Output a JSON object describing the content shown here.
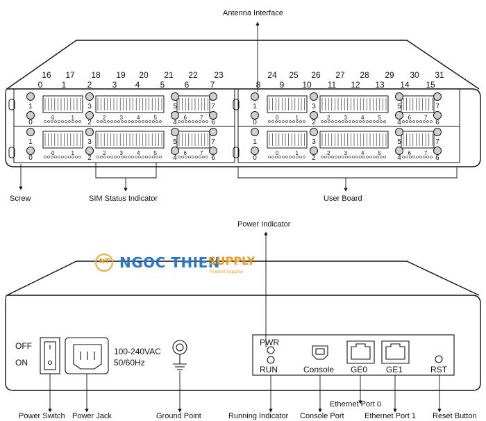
{
  "front": {
    "top_numbers": [
      "0",
      "16",
      "1",
      "17",
      "2",
      "18",
      "3",
      "19",
      "4",
      "20",
      "5",
      "21",
      "6",
      "22",
      "7",
      "23",
      "8",
      "24",
      "9",
      "25",
      "10",
      "26",
      "11",
      "27",
      "12",
      "28",
      "13",
      "29",
      "14",
      "30",
      "15",
      "31"
    ],
    "port_row_top": [
      "1",
      "3",
      "5",
      "7"
    ],
    "port_row_bottom": [
      "0",
      "2",
      "4",
      "6"
    ],
    "slot_digits": [
      "0",
      "1",
      "2",
      "3",
      "4",
      "5",
      "6",
      "7"
    ],
    "labels": {
      "antenna": "Antenna Interface",
      "screw": "Screw",
      "sim": "SIM Status Indicator",
      "user_board": "User Board"
    }
  },
  "rear": {
    "power_indicator": "Power Indicator",
    "off": "OFF",
    "on": "ON",
    "voltage": "100-240VAC",
    "frequency": "50/60Hz",
    "pwr": "PWR",
    "run": "RUN",
    "console": "Console",
    "ge0": "GE0",
    "ge1": "GE1",
    "rst": "RST",
    "ethernet_port_0": "Ethernet Port 0",
    "callouts": [
      "Power Switch",
      "Power Jack",
      "Ground Point",
      "Running Indicator",
      "Console Port",
      "Ethernet Port 1",
      "Reset Button"
    ]
  },
  "watermark": {
    "icon_text": "NT",
    "brand": "NGOC THIEN",
    "accent": "SUPPLY",
    "tagline": "Trusted Supplier"
  }
}
